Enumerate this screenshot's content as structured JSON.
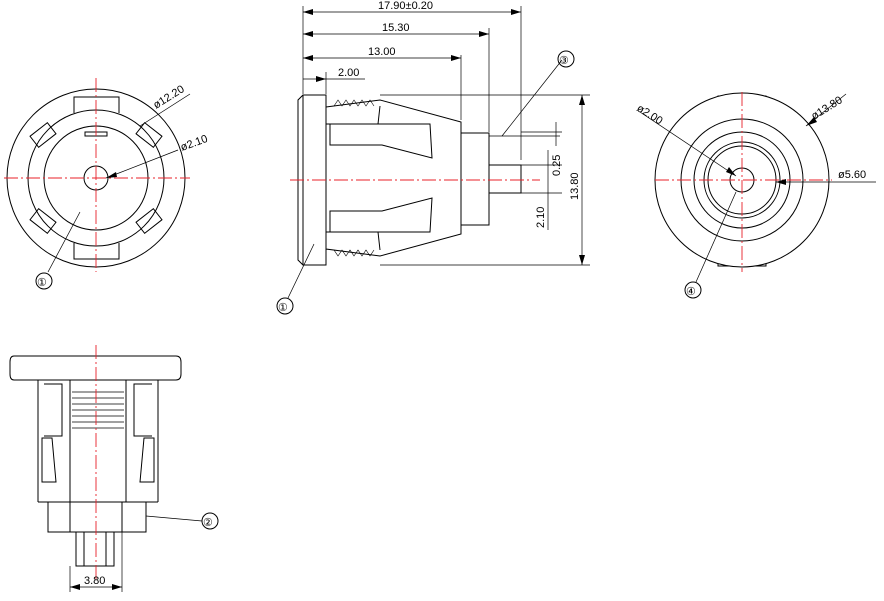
{
  "dimensions": {
    "overall_length": "17.90±0.20",
    "length_b": "15.30",
    "length_c": "13.00",
    "flange": "2.00",
    "outer_dia_front": "ø12.20",
    "pin_dia_front": "ø2.10",
    "outer_dia_back": "ø13.80",
    "pin_dia_back": "ø2.00",
    "inner_dia_back": "ø5.60",
    "height": "13.80",
    "gap": "0.25",
    "pin": "2.10",
    "bottom_width": "3.80"
  },
  "callouts": {
    "one_front": "①",
    "one_side": "①",
    "two": "②",
    "three": "③",
    "four": "④"
  }
}
